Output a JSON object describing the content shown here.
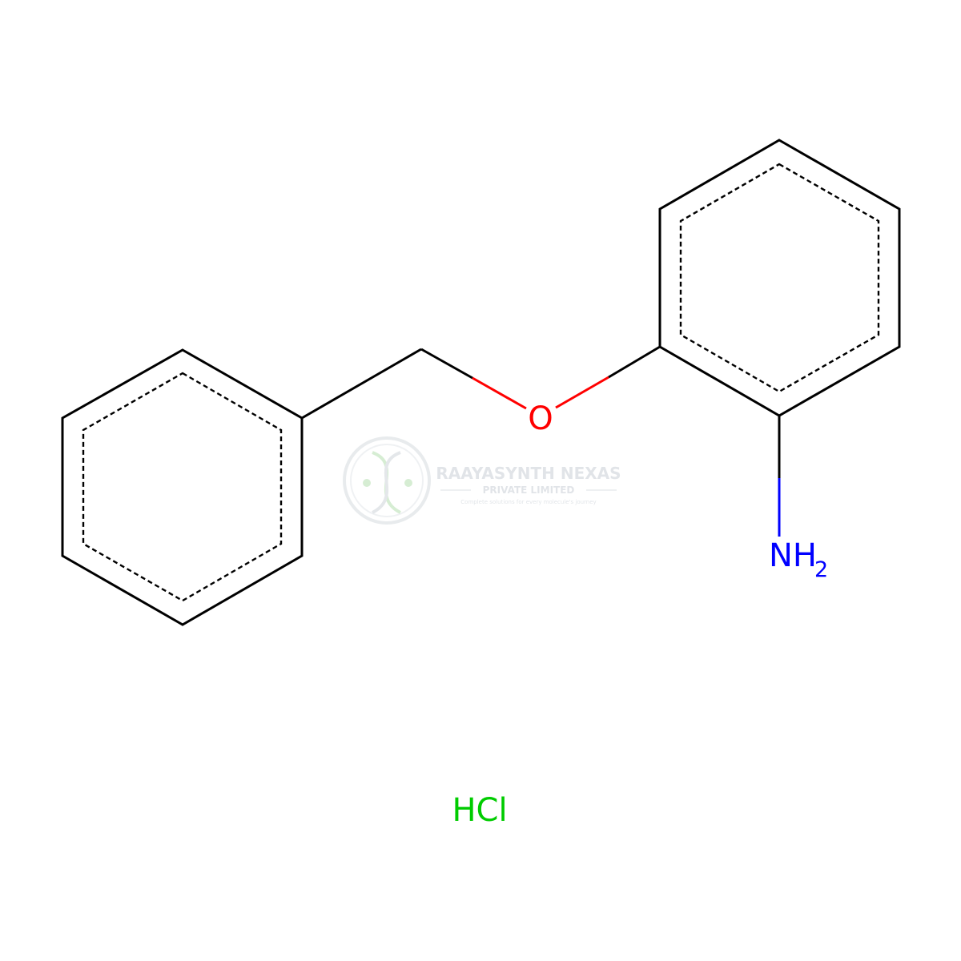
{
  "molecule": {
    "atoms": {
      "oxygen": "O",
      "amine": "NH",
      "amine_subscript": "2",
      "salt": "HCl"
    },
    "colors": {
      "carbon_bond": "#000000",
      "oxygen": "#ff0000",
      "nitrogen": "#0000ff",
      "chlorine": "#00cc00"
    }
  },
  "watermark": {
    "company": "RAAYASYNTH NEXAS",
    "subtitle": "PRIVATE LIMITED",
    "tagline": "Complete solutions for every molecule's journey",
    "colors": {
      "text": "#c9cfd6",
      "accent": "#b5e0b0"
    }
  }
}
